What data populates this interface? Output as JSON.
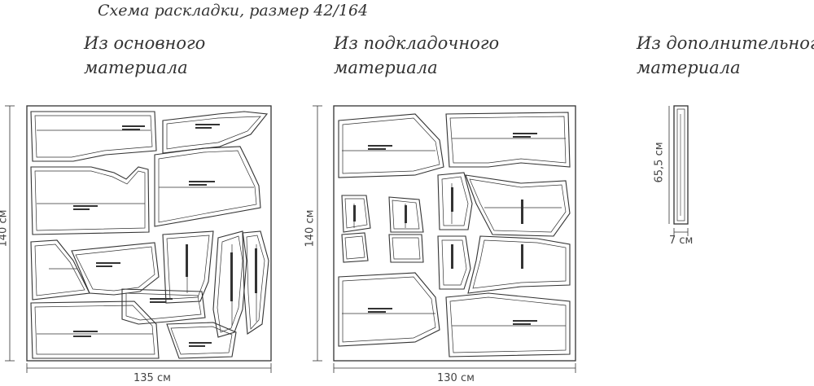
{
  "title": "Схема раскладки, размер 42/164",
  "sections": [
    {
      "label_line1": "Из основного",
      "label_line2": "материала",
      "width_label": "135 см",
      "height_label": "140 см"
    },
    {
      "label_line1": "Из подкладочного",
      "label_line2": "материала",
      "width_label": "130 см",
      "height_label": "140 см"
    },
    {
      "label_line1": "Из дополнительного",
      "label_line2": "материала",
      "width_label": "7 см",
      "height_label": "65,5 см"
    }
  ],
  "colors": {
    "line": "#333333",
    "text": "#333333"
  }
}
